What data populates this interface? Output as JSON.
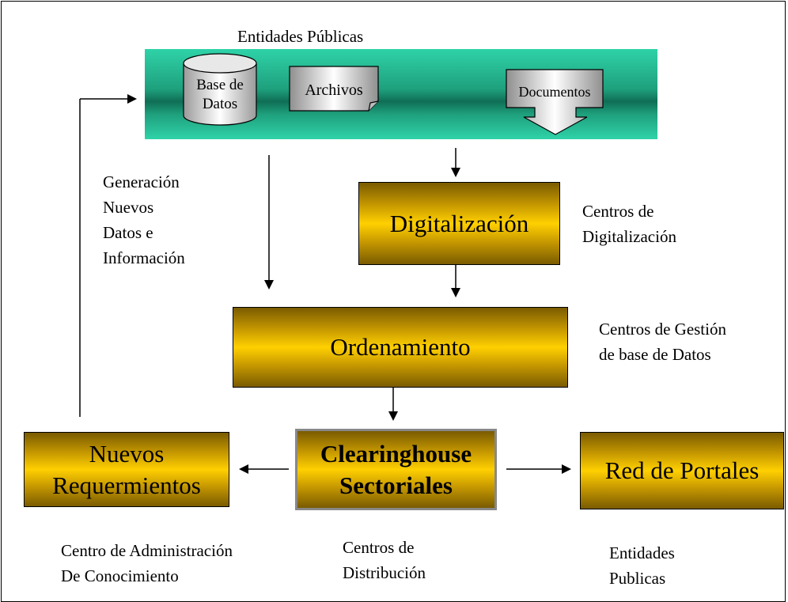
{
  "top": {
    "title": "Entidades Públicas",
    "db_label": "Base de Datos",
    "archivos": "Archivos",
    "documentos": "Documentos"
  },
  "boxes": {
    "digitalizacion": "Digitalización",
    "ordenamiento": "Ordenamiento",
    "nuevos_line1": "Nuevos",
    "nuevos_line2": "Requermientos",
    "clearing_line1": "Clearinghouse",
    "clearing_line2": "Sectoriales",
    "red": "Red de Portales"
  },
  "annotations": {
    "generacion": [
      "Generación",
      "Nuevos",
      "Datos e",
      "Información"
    ],
    "centros_dig": [
      "Centros de",
      "Digitalización"
    ],
    "centros_gestion": [
      "Centros de Gestión",
      "de base de Datos"
    ],
    "centro_admin": [
      "Centro de Administración",
      "De Conocimiento"
    ],
    "centros_dist": [
      "Centros de",
      "Distribución"
    ],
    "entidades": [
      "Entidades",
      "Publicas"
    ]
  },
  "colors": {
    "teal": "#1e9f7c",
    "gold": "#ffd000",
    "gray": "#8f8f8f"
  }
}
